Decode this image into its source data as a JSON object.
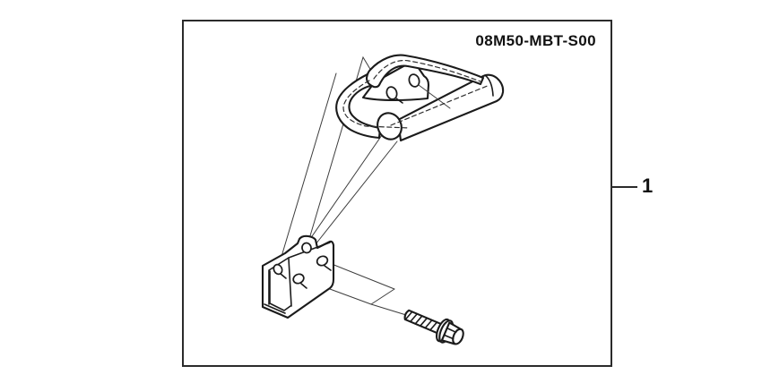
{
  "figure": {
    "part_number": "08M50-MBT-S00",
    "callout": {
      "label": "1"
    }
  },
  "drawing": {
    "components": [
      "grab-handle",
      "mounting-bracket",
      "flange-bolt"
    ],
    "line_color": "#1b1b1b",
    "background_color": "#ffffff"
  }
}
